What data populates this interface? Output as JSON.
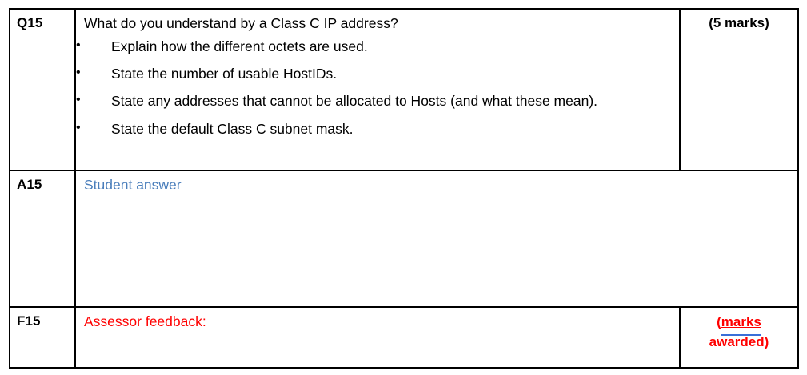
{
  "document": {
    "type": "assessment-question-table",
    "colors": {
      "border": "#000000",
      "text": "#000000",
      "student_answer_blue": "#4a7ebb",
      "feedback_red": "#ff0000",
      "spellcheck_underline_blue": "#3a6fd8"
    }
  },
  "table": {
    "rows": [
      {
        "code": "Q15",
        "question": "What do you understand by a Class C IP address?",
        "bullets": [
          "Explain how the different octets are used.",
          "State the number of usable HostIDs.",
          "State any addresses that cannot be allocated to Hosts (and what these mean).",
          "State the default Class C subnet mask."
        ],
        "bullet_glyph": "•",
        "marks": "(5 marks)"
      },
      {
        "code": "A15",
        "answer_placeholder": "Student answer"
      },
      {
        "code": "F15",
        "feedback_label": "Assessor feedback:",
        "marks_awarded_line1_open": "(",
        "marks_awarded_line1_word": "marks",
        "marks_awarded_line2": "awarded)"
      }
    ]
  }
}
